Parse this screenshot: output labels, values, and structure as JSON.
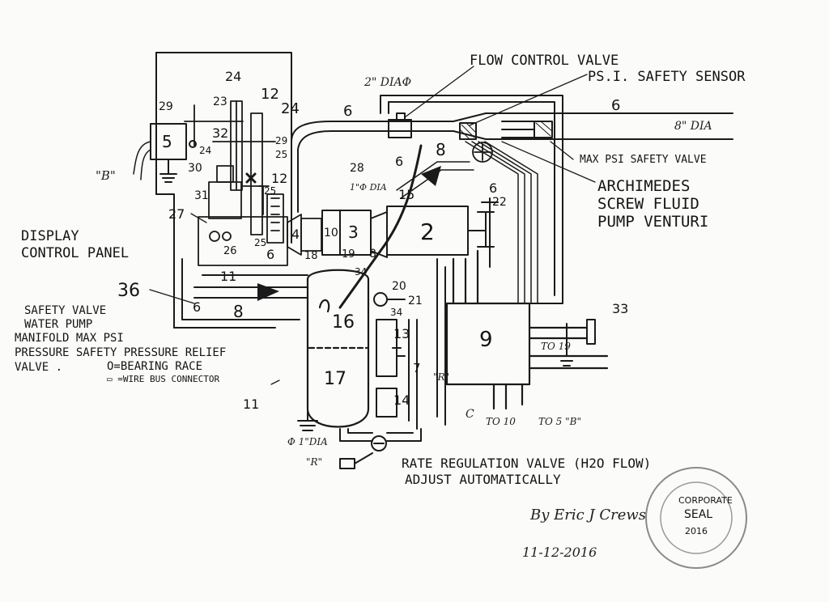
{
  "labels": {
    "flow_control_valve": "FLOW CONTROL VALVE",
    "psi_safety_sensor": "PS.I. SAFETY SENSOR",
    "two_inch_dia": "2\" DIAΦ",
    "eight_inch_dia": "8\" DIA",
    "max_psi_safety_valve": "MAX PSI SAFETY VALVE",
    "archimedes_1": "ARCHIMEDES",
    "archimedes_2": "SCREW FLUID",
    "archimedes_3": "PUMP VENTURI",
    "display_1": "DISPLAY",
    "display_2": "CONTROL PANEL",
    "b_label": "\"B\"",
    "safety_1": "SAFETY VALVE",
    "safety_2": "WATER PUMP",
    "safety_3": "MANIFOLD MAX PSI",
    "safety_4": "PRESSURE SAFETY PRESSURE RELIEF",
    "safety_5": "VALVE .",
    "bearing_race": "O=BEARING RACE",
    "wire_bus": "▭ =WIRE BUS CONNECTOR",
    "one_dia_bottom": "Φ 1\"DIA",
    "one_dia_mid": "1\"Φ DIA",
    "rate_1": "RATE REGULATION VALVE (H2O FLOW)",
    "rate_2": "ADJUST AUTOMATICALLY",
    "to_19": "TO 19",
    "to_10": "TO 10",
    "to_5b": "TO 5 \"B\"",
    "r_label": "\"R\"",
    "r_label_2": "\"R\"",
    "c_label": "C",
    "signature": "By Eric J Crews",
    "date": "11-12-2016",
    "seal_1": "CORPORATE",
    "seal_2": "SEAL",
    "seal_3": "2016"
  },
  "parts": {
    "p2": "2",
    "p3": "3",
    "p4": "4",
    "p5": "5",
    "p6a": "6",
    "p6b": "6",
    "p6c": "6",
    "p6d": "6",
    "p6e": "6",
    "p6f": "6",
    "p7": "7",
    "p8a": "8",
    "p8b": "8",
    "p8c": "8",
    "p9": "9",
    "p10": "10",
    "p11a": "11",
    "p11b": "11",
    "p12a": "12",
    "p12b": "12",
    "p13": "13",
    "p14": "14",
    "p15": "15",
    "p16": "16",
    "p17": "17",
    "p18": "18",
    "p19": "19",
    "p20": "20",
    "p21": "21",
    "p22": "22",
    "p23": "23",
    "p24a": "24",
    "p24b": "24",
    "p24c": "24",
    "p25a": "25",
    "p25b": "25",
    "p25c": "25",
    "p26": "26",
    "p27": "27",
    "p28": "28",
    "p29a": "29",
    "p29b": "29",
    "p30": "30",
    "p31": "31",
    "p32": "32",
    "p33": "33",
    "p34a": "34",
    "p34b": "34",
    "p36": "36"
  },
  "colors": {
    "ink": "#1a1a1a",
    "paper": "#fbfbf9",
    "seal": "#8a8a8a"
  }
}
